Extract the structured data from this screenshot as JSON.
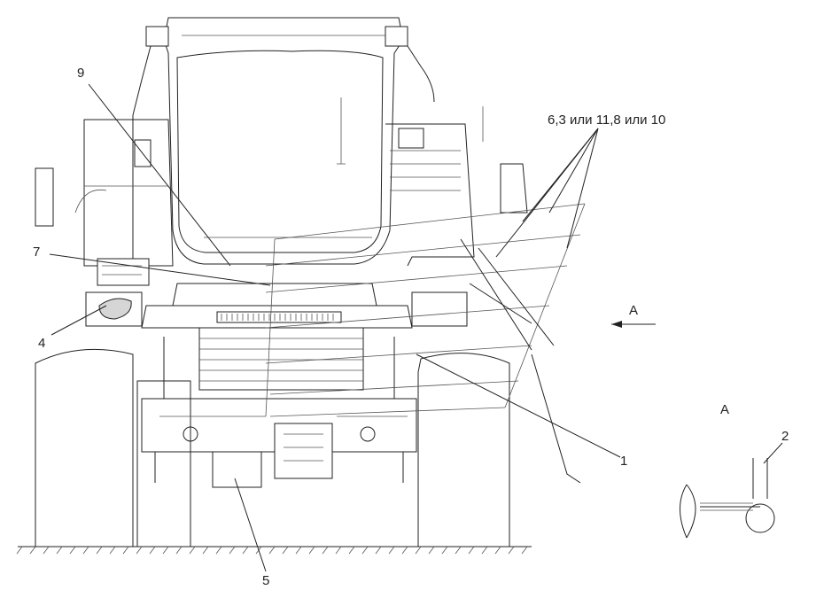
{
  "labels": {
    "l9": "9",
    "l_opt": "6,3 или 11,8 или 10",
    "l7": "7",
    "l4": "4",
    "lA_arrow": "A",
    "lA_view": "A",
    "l1": "1",
    "l2": "2",
    "l5": "5"
  }
}
